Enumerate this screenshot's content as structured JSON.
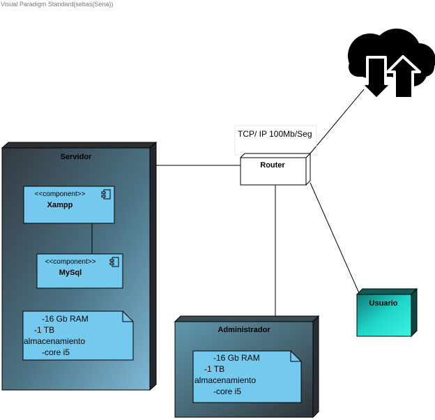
{
  "watermark": "Visual Paradigm Standard(sebas(Sena))",
  "connection_label": "TCP/ IP 100Mb/Seg",
  "nodes": {
    "servidor": {
      "title": "Servidor"
    },
    "router": {
      "title": "Router"
    },
    "administrador": {
      "title": "Administrador"
    },
    "usuario": {
      "title": "Usuario"
    }
  },
  "components": {
    "xampp": {
      "stereotype": "<<component>>",
      "name": "Xampp"
    },
    "mysql": {
      "stereotype": "<<component>>",
      "name": "MySql"
    }
  },
  "notes": {
    "servidor_specs": [
      "-16 Gb RAM",
      "-1 TB",
      "almacenamiento",
      "-core i5"
    ],
    "admin_specs": [
      "-16 Gb RAM",
      "-1 TB",
      "almacenamiento",
      "-core i5"
    ]
  },
  "icons": {
    "cloud": "cloud-upload-download-icon",
    "component": "component-icon"
  },
  "colors": {
    "node_dark": "#3a3f44",
    "node_mid": "#4a7a8c",
    "component_fill": "#74c9ee",
    "usuario_fill": "#1fd6c9"
  }
}
